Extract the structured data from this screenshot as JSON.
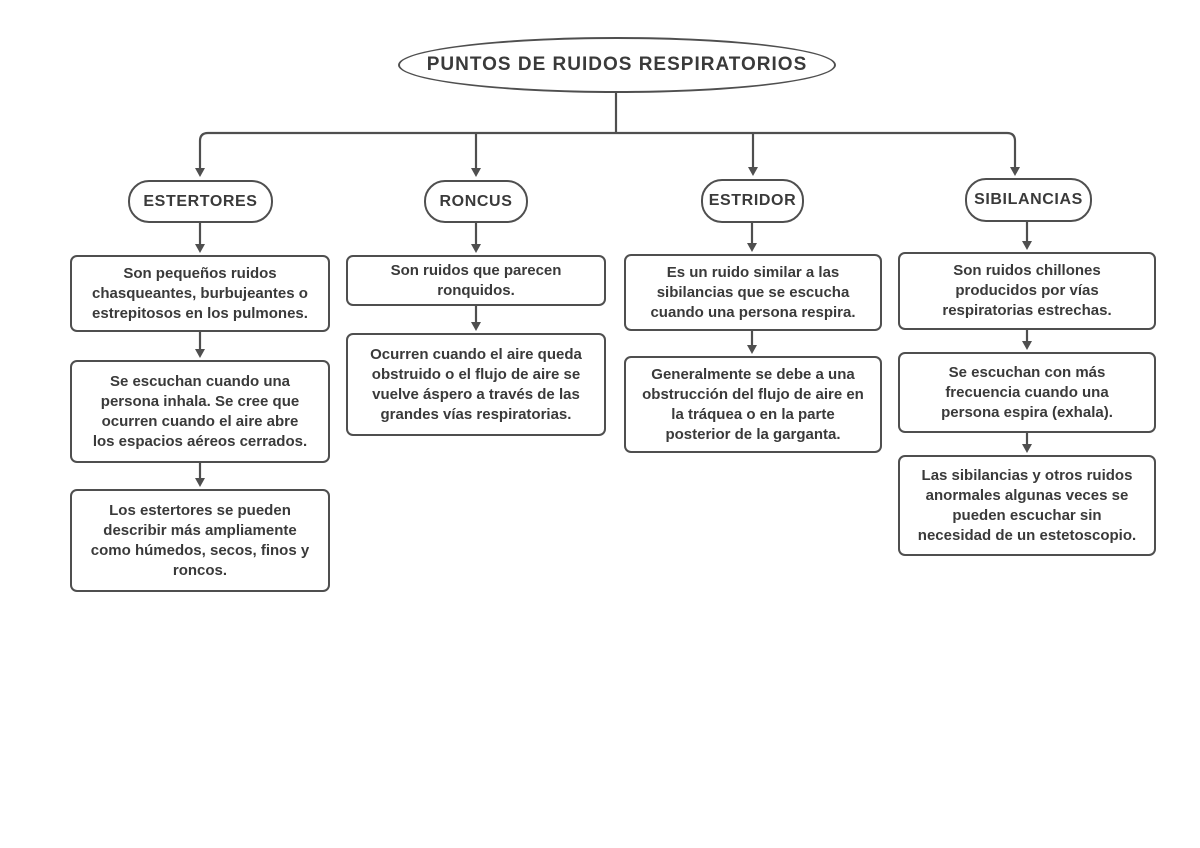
{
  "title": "PUNTOS DE RUIDOS RESPIRATORIOS",
  "colors": {
    "line": "#4f4f4f",
    "text": "#3a3a3a",
    "background": "#ffffff"
  },
  "branches": [
    {
      "label": "ESTERTORES",
      "notes": [
        "Son pequeños ruidos\nchasqueantes, burbujeantes o\nestrepitosos en los pulmones.",
        "Se escuchan cuando una\npersona inhala. Se cree que\nocurren cuando el aire abre\nlos espacios aéreos cerrados.",
        "Los estertores se pueden\ndescribir más ampliamente\ncomo húmedos, secos, finos y\nroncos."
      ]
    },
    {
      "label": "RONCUS",
      "notes": [
        "Son ruidos que parecen\nronquidos.",
        "Ocurren cuando el aire queda\nobstruido o el flujo de aire se\nvuelve áspero a través de las\ngrandes vías respiratorias."
      ]
    },
    {
      "label": "ESTRIDOR",
      "notes": [
        "Es un ruido similar a las\nsibilancias que se escucha\ncuando una persona respira.",
        "Generalmente se debe a una\nobstrucción del flujo de aire en\nla tráquea o en la parte\nposterior de la garganta."
      ]
    },
    {
      "label": "SIBILANCIAS",
      "notes": [
        "Son ruidos chillones\nproducidos por vías\nrespiratorias estrechas.",
        "Se escuchan con más\nfrecuencia cuando una\npersona espira (exhala).",
        "Las sibilancias y otros ruidos\nanormales algunas veces se\npueden escuchar sin\nnecesidad de un estetoscopio."
      ]
    }
  ]
}
